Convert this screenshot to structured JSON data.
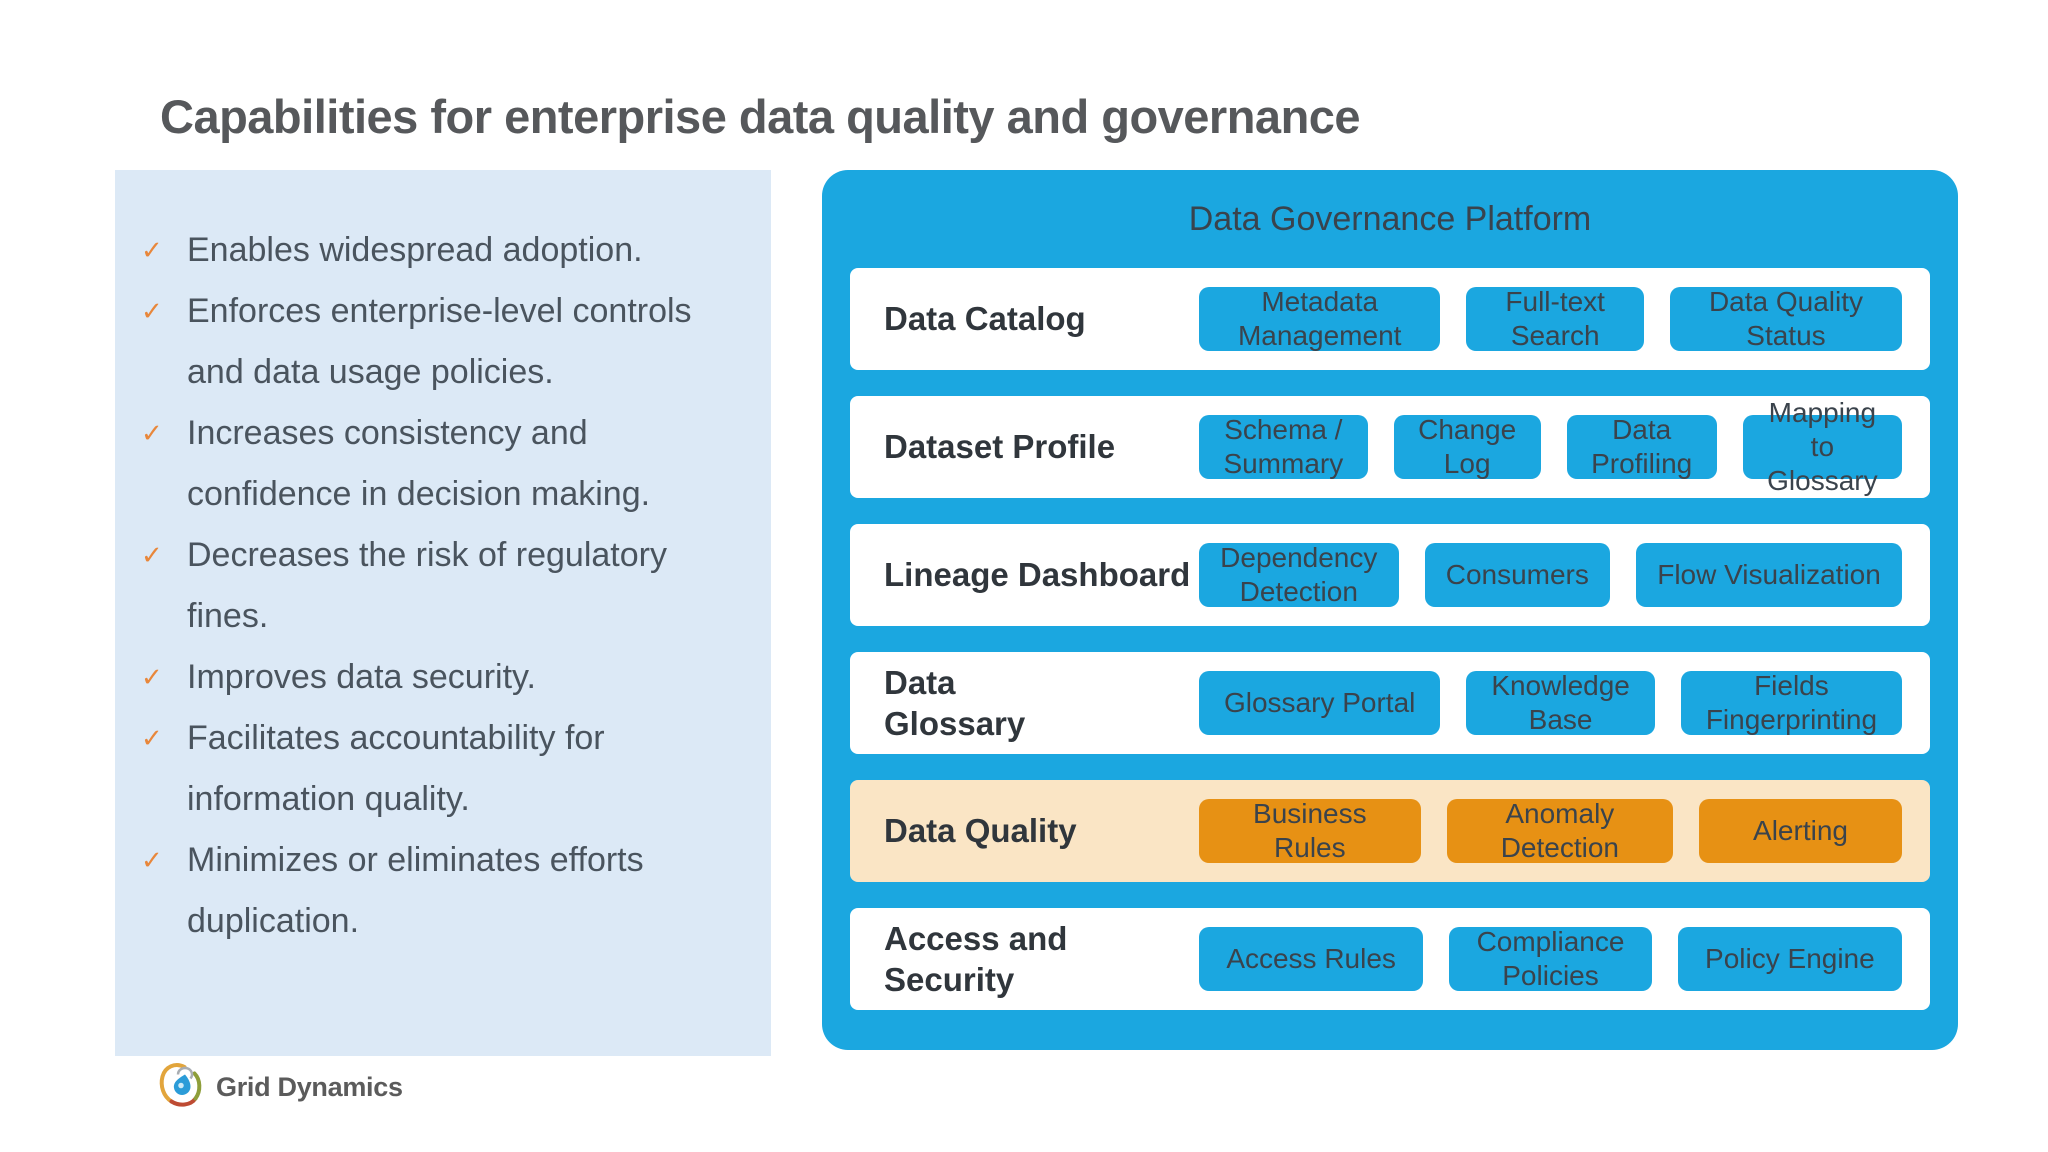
{
  "slide": {
    "title": "Capabilities for enterprise data quality and governance"
  },
  "benefits": {
    "bullet_icon": "check-mark",
    "items": [
      "Enables widespread adoption.",
      "Enforces enterprise-level controls\nand data usage policies.",
      "Increases consistency and\nconfidence in decision making.",
      "Decreases the risk of regulatory\nfines.",
      "Improves data security.",
      "Facilitates accountability for\ninformation quality.",
      "Minimizes or eliminates efforts\nduplication."
    ]
  },
  "platform": {
    "title": "Data Governance Platform",
    "rows": [
      {
        "label": "Data Catalog",
        "highlight": false,
        "chips": [
          "Metadata\nManagement",
          "Full-text\nSearch",
          "Data Quality\nStatus"
        ]
      },
      {
        "label": "Dataset Profile",
        "highlight": false,
        "chips": [
          "Schema /\nSummary",
          "Change\nLog",
          "Data\nProfiling",
          "Mapping\nto\nGlossary"
        ]
      },
      {
        "label": "Lineage Dashboard",
        "highlight": false,
        "chips": [
          "Dependency\nDetection",
          "Consumers",
          "Flow Visualization"
        ]
      },
      {
        "label": "Data\nGlossary",
        "highlight": false,
        "chips": [
          "Glossary Portal",
          "Knowledge\nBase",
          "Fields\nFingerprinting"
        ]
      },
      {
        "label": "Data Quality",
        "highlight": true,
        "chips": [
          "Business\nRules",
          "Anomaly\nDetection",
          "Alerting"
        ]
      },
      {
        "label": "Access and\nSecurity",
        "highlight": false,
        "chips": [
          "Access Rules",
          "Compliance\nPolicies",
          "Policy Engine"
        ]
      }
    ]
  },
  "footer": {
    "logo_text": "Grid Dynamics"
  },
  "colors": {
    "accent_blue": "#1BA7E0",
    "panel_light_blue": "#DCE9F6",
    "highlight_row_bg": "#FAE5C5",
    "highlight_chip_orange": "#E79114",
    "check_orange": "#E8873B",
    "title_gray": "#56585B"
  }
}
